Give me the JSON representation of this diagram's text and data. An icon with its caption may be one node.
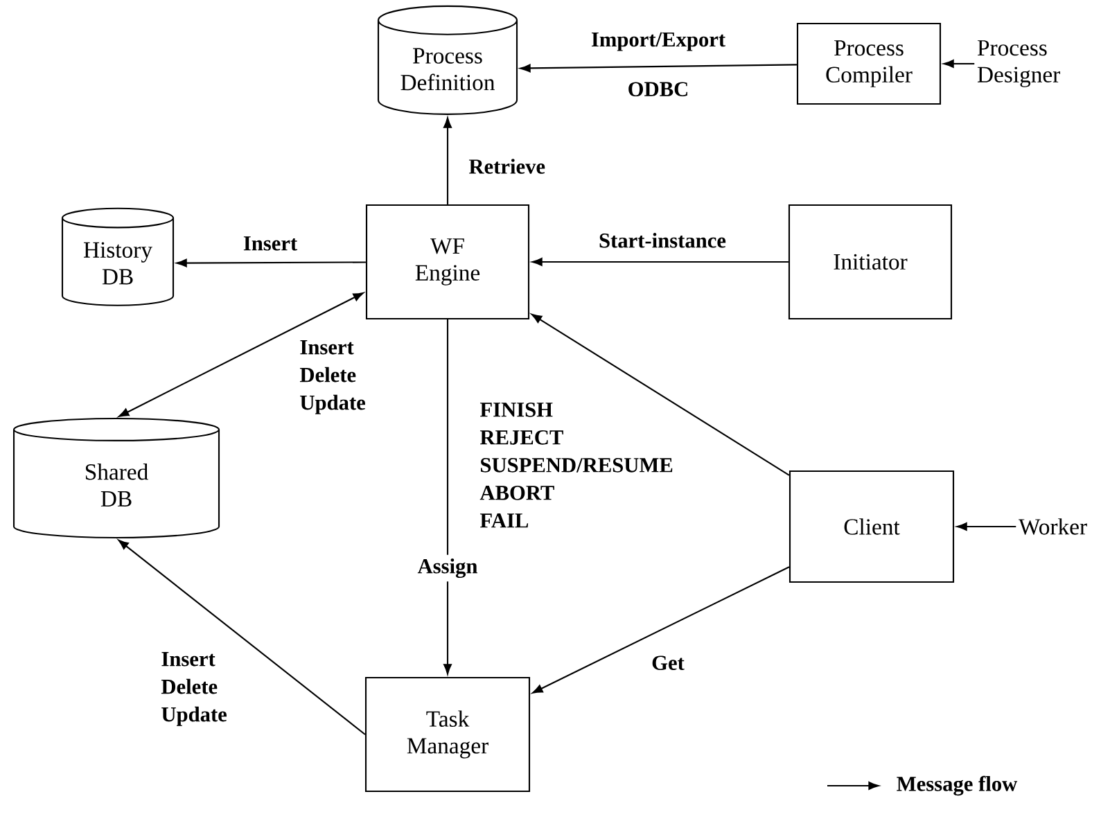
{
  "diagram": {
    "nodes": [
      {
        "text": [
          "Process Definition"
        ]
      },
      {
        "text": [
          "Process Compiler"
        ]
      },
      {
        "text": [
          "Process Designer"
        ]
      },
      {
        "text": [
          "History DB"
        ]
      },
      {
        "text": [
          "WF Engine"
        ]
      },
      {
        "text": [
          "Initiator"
        ]
      },
      {
        "text": [
          "Shared DB"
        ]
      },
      {
        "text": [
          "Client"
        ]
      },
      {
        "text": [
          "Worker"
        ]
      },
      {
        "text": [
          "Task Manager"
        ]
      }
    ],
    "edges": [
      {
        "from": 1,
        "to": 0,
        "arrow": "to",
        "label": "Import/Export"
      },
      {
        "from": 2,
        "to": 1,
        "arrow": "to"
      },
      {
        "from": 4,
        "to": 0,
        "arrow": "to",
        "label": "Retrieve"
      },
      {
        "from": 4,
        "to": 3,
        "arrow": "to",
        "label": "Insert"
      },
      {
        "from": 5,
        "to": 4,
        "arrow": "to",
        "label": "Start-instance"
      },
      {
        "from": 7,
        "to": 4,
        "arrow": "to",
        "label": "FINISH REJECT SUSPEND/RESUME ABORT FAIL"
      },
      {
        "from": 4,
        "to": 6,
        "arrow": "both",
        "label": "Insert Delete Update"
      },
      {
        "from": 4,
        "to": 9,
        "arrow": "to",
        "label": "Assign"
      },
      {
        "from": 9,
        "to": 6,
        "arrow": "to",
        "label": "Insert Delete Update"
      },
      {
        "from": 7,
        "to": 9,
        "arrow": "to",
        "label": "Get"
      },
      {
        "from": 8,
        "to": 7,
        "arrow": "to"
      }
    ],
    "labels": [
      "ODBC"
    ],
    "legend": [
      {
        "text": "Message flow"
      }
    ]
  }
}
